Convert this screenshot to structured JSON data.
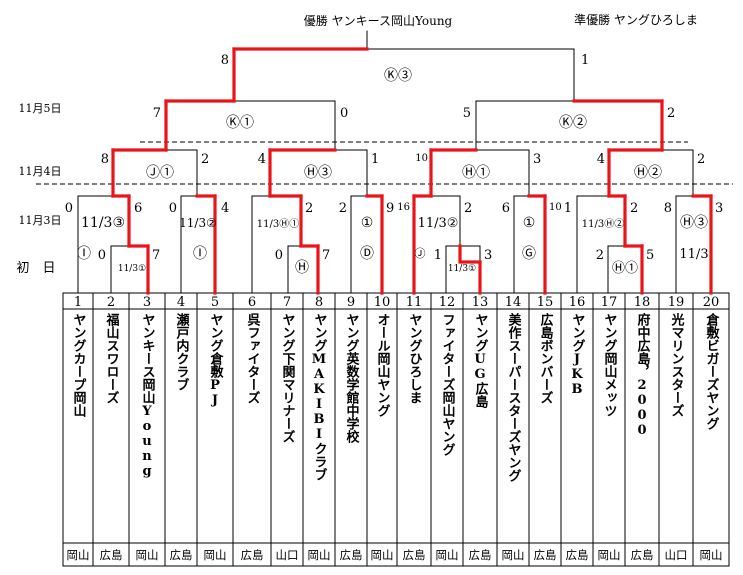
{
  "header": {
    "champion": "優勝 ヤンキース岡山Young",
    "runner_up": "準優勝 ヤングひろしま"
  },
  "date_labels": {
    "nov5": "11月5日",
    "nov4": "11月4日",
    "nov3": "11月3日",
    "first": "初　日"
  },
  "teams": [
    {
      "num": "1",
      "name": "ヤングカープ岡山",
      "pref": "岡山"
    },
    {
      "num": "2",
      "name": "福山スワローズ",
      "pref": "広島"
    },
    {
      "num": "3",
      "name": "ヤンキース岡山Young",
      "pref": "岡山"
    },
    {
      "num": "4",
      "name": "瀬戸内クラブ",
      "pref": "広島"
    },
    {
      "num": "5",
      "name": "ヤング倉敷PJ",
      "pref": "岡山"
    },
    {
      "num": "6",
      "name": "呉ファイターズ",
      "pref": "広島"
    },
    {
      "num": "7",
      "name": "ヤング下関マリナーズ",
      "pref": "山口"
    },
    {
      "num": "8",
      "name": "ヤングMAKIBIクラブ",
      "pref": "岡山"
    },
    {
      "num": "9",
      "name": "ヤング英数学館中学校",
      "pref": "広島"
    },
    {
      "num": "10",
      "name": "オール岡山ヤング",
      "pref": "岡山"
    },
    {
      "num": "11",
      "name": "ヤングひろしま",
      "pref": "広島"
    },
    {
      "num": "12",
      "name": "ファイターズ岡山ヤング",
      "pref": "岡山"
    },
    {
      "num": "13",
      "name": "ヤングUG広島",
      "pref": "広島"
    },
    {
      "num": "14",
      "name": "美作スーパースターズヤング",
      "pref": "岡山"
    },
    {
      "num": "15",
      "name": "広島ボンバーズ",
      "pref": "広島"
    },
    {
      "num": "16",
      "name": "ヤングJKB",
      "pref": "広島"
    },
    {
      "num": "17",
      "name": "ヤング岡山メッツ",
      "pref": "岡山"
    },
    {
      "num": "18",
      "name": "府中広島，2000",
      "pref": "広島"
    },
    {
      "num": "19",
      "name": "光マリンスターズ",
      "pref": "山口"
    },
    {
      "num": "20",
      "name": "倉敷ビガーズヤング",
      "pref": "岡山"
    }
  ],
  "scores": {
    "final": {
      "left": "8",
      "right": "1",
      "label": "Ⓚ③"
    },
    "sf_left": {
      "left": "7",
      "right": "0",
      "label": "Ⓚ①"
    },
    "sf_right": {
      "left": "5",
      "right": "2",
      "label": "Ⓚ②"
    },
    "qf1": {
      "left": "8",
      "right": "2",
      "label": "Ⓙ①"
    },
    "qf2": {
      "left": "4",
      "right": "1",
      "label": "Ⓗ③"
    },
    "qf3": {
      "left": "10",
      "right": "3",
      "label": "Ⓗ①"
    },
    "qf4": {
      "left": "4",
      "right": "2",
      "label": "Ⓗ②"
    },
    "r2_1": {
      "left": "0",
      "right": "6",
      "label": "11/3③",
      "sub": "Ⓘ"
    },
    "r2_2": {
      "left": "0",
      "right": "4",
      "label": "11/3②",
      "sub": "Ⓘ"
    },
    "r2_3": {
      "left": "0",
      "right": "2",
      "label": "11/3Ⓗ①"
    },
    "r2_4": {
      "left": "2",
      "right": "9",
      "label": "①",
      "sub": "Ⓓ"
    },
    "r2_5": {
      "left": "16",
      "right": "2",
      "label": "11/3②",
      "sub": "Ⓙ"
    },
    "r2_6": {
      "left": "6",
      "right": "10",
      "label": "①",
      "sub": "Ⓖ"
    },
    "r2_7": {
      "left": "1",
      "right": "2",
      "label": "11/3Ⓗ②"
    },
    "r2_8": {
      "left": "8",
      "right": "3",
      "label": "Ⓗ③",
      "sub": "11/3"
    },
    "r1_1": {
      "left": "0",
      "right": "7",
      "label": "11/3①"
    },
    "r1_2": {
      "left": "0",
      "right": "7",
      "label": "Ⓗ"
    },
    "r1_3": {
      "left": "1",
      "right": "3",
      "label": "11/3①"
    },
    "r1_4": {
      "left": "2",
      "right": "5",
      "label": "Ⓗ①"
    }
  }
}
